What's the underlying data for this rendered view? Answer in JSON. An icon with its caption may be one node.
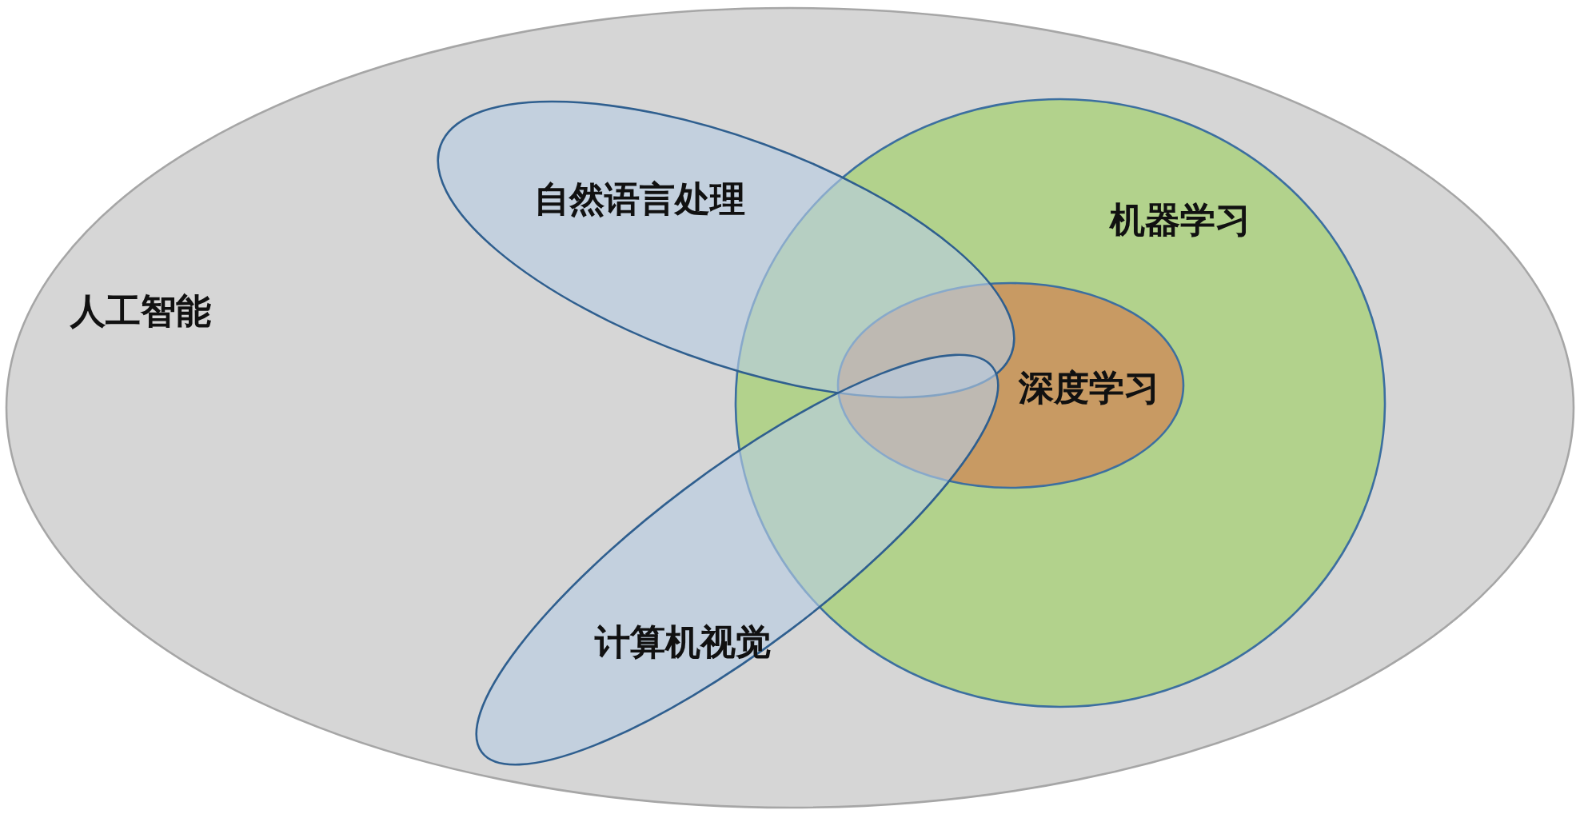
{
  "diagram": {
    "nodes": [
      {
        "text": [
          "人工智能"
        ]
      },
      {
        "text": [
          "自然语言处理"
        ],
        "in": 0
      },
      {
        "text": [
          "机器学习"
        ],
        "in": 0
      },
      {
        "text": [
          "深度学习"
        ],
        "in": 2
      },
      {
        "text": [
          "计算机视觉"
        ],
        "in": 0
      }
    ]
  }
}
